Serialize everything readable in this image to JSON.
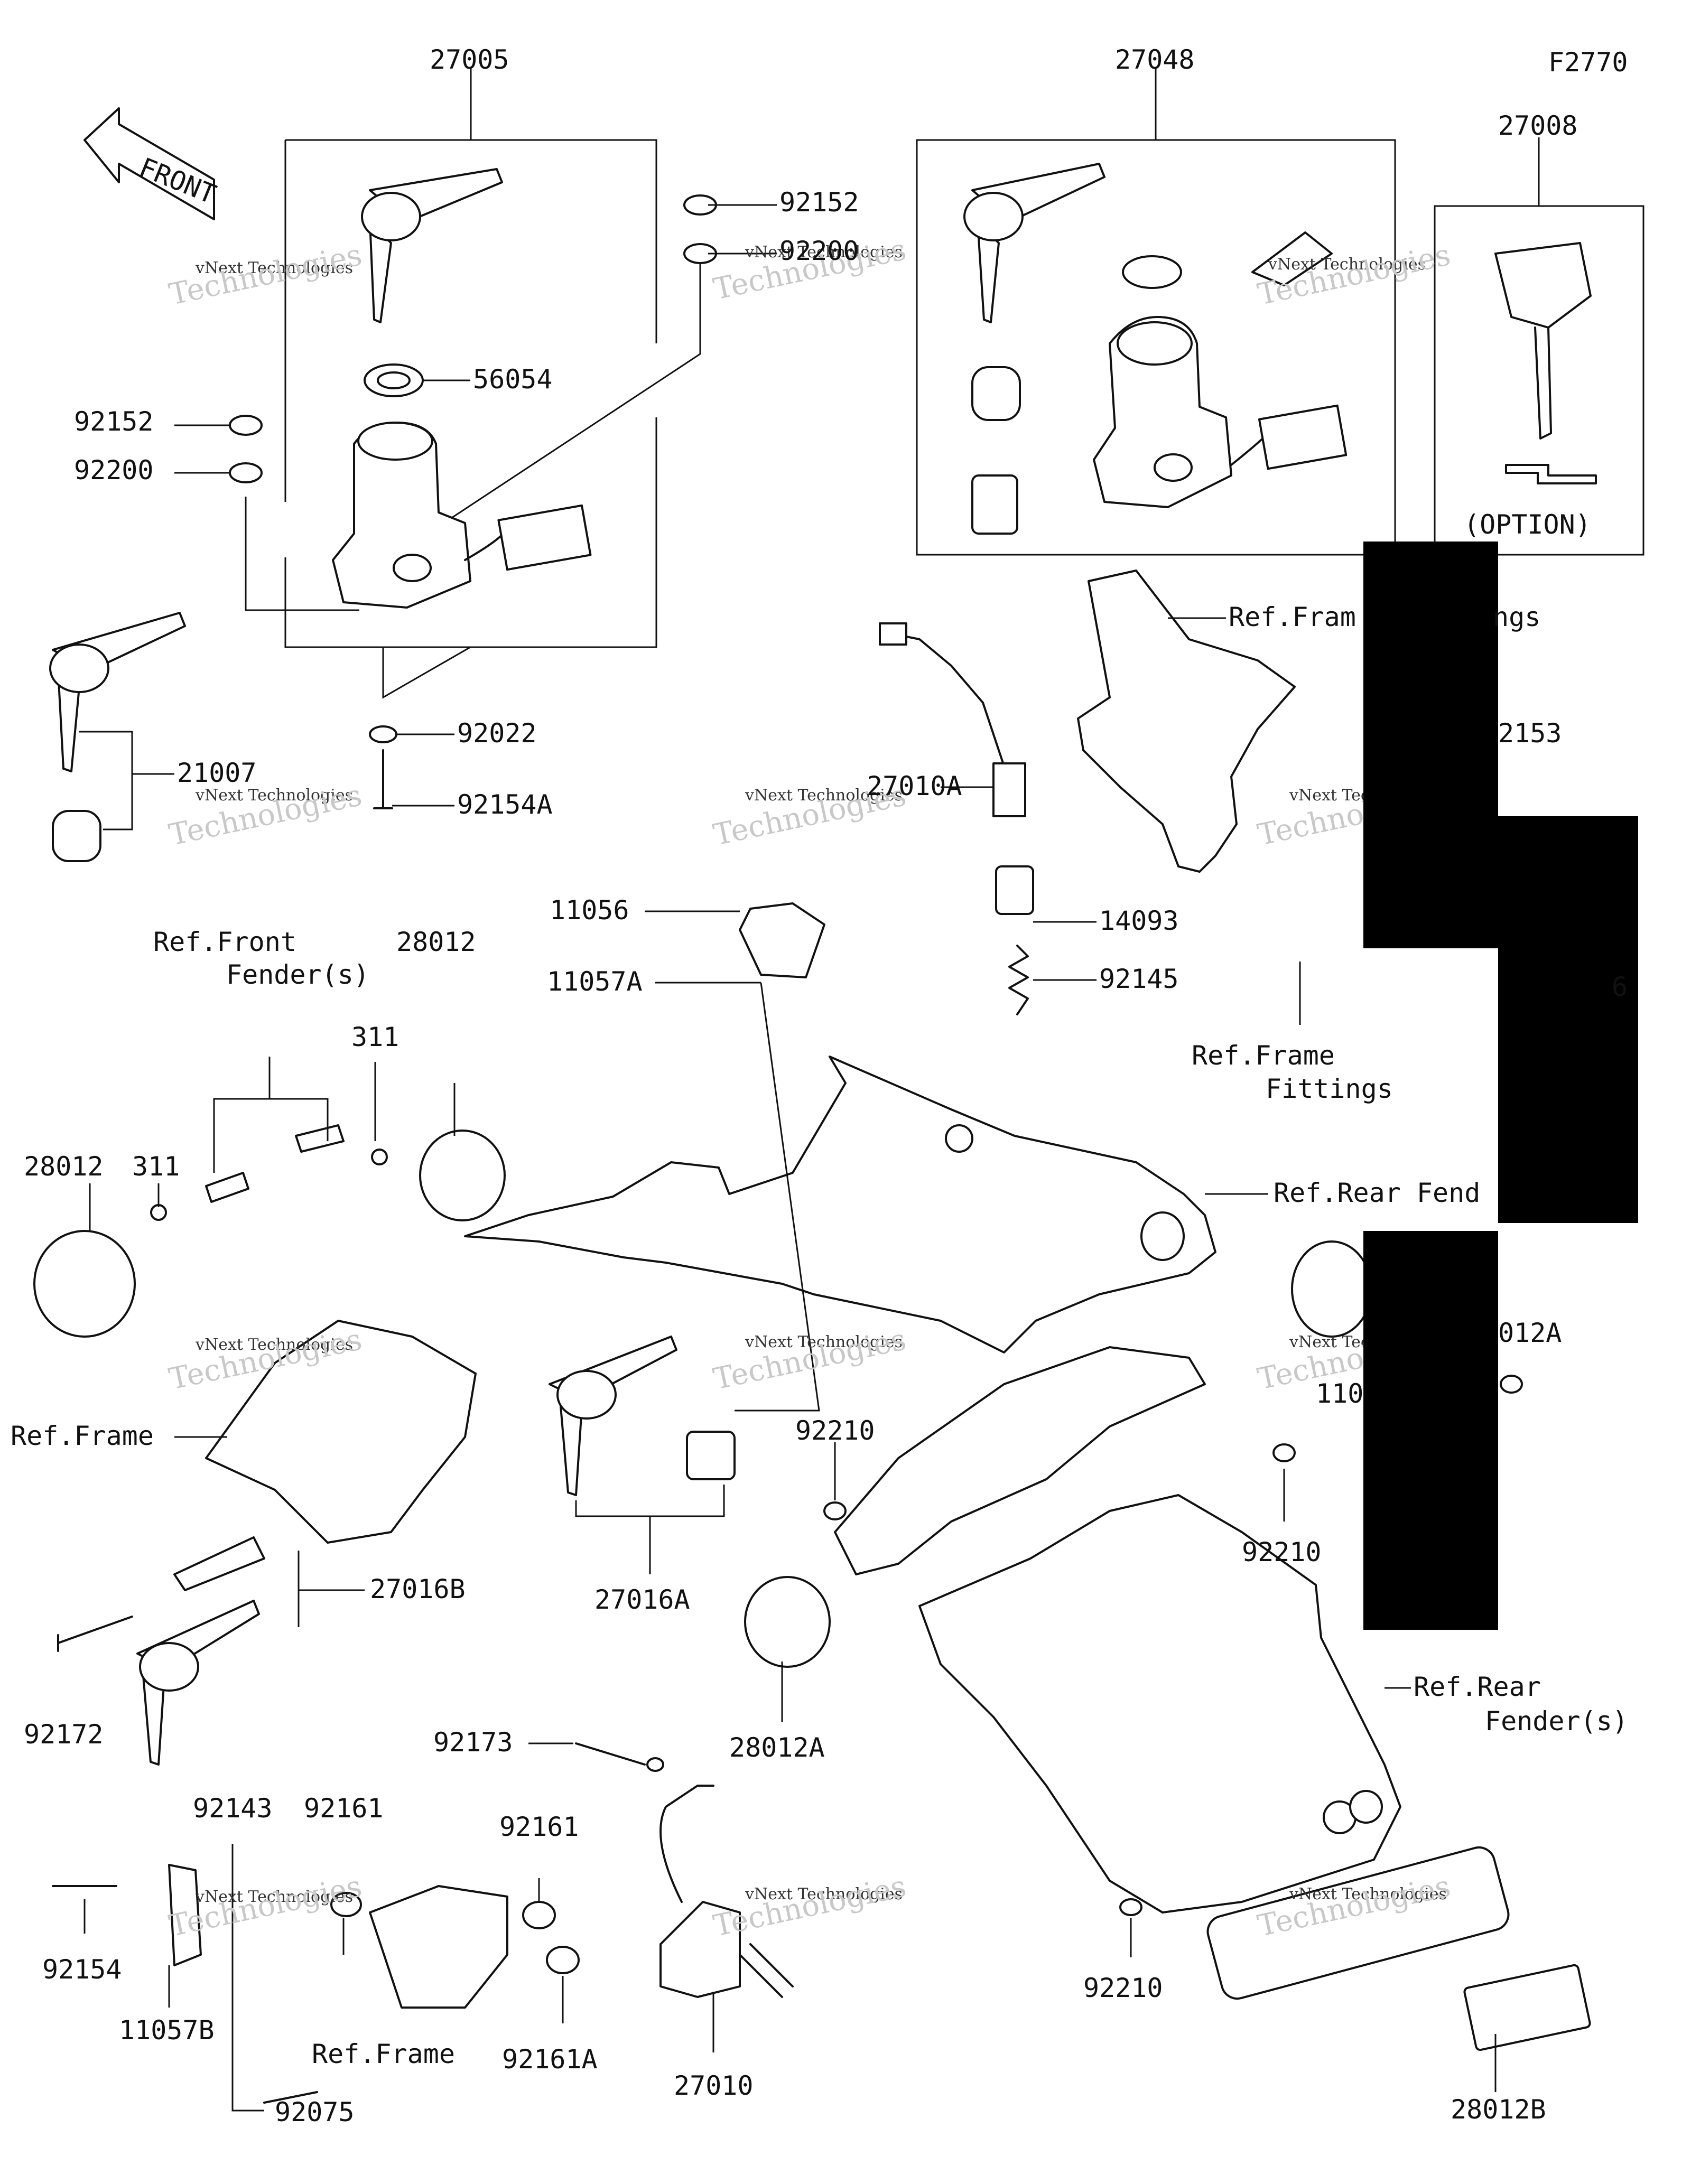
{
  "figure_code": "F2770",
  "front_arrow": "FRONT",
  "option_note": "(OPTION)",
  "labels": {
    "p27005": "27005",
    "p27048": "27048",
    "p27008": "27008",
    "p92152_top": "92152",
    "p92200_top": "92200",
    "p56054": "56054",
    "p92152_left": "92152",
    "p92200_left": "92200",
    "p92022": "92022",
    "p92154A": "92154A",
    "p21007": "21007",
    "ref_frame_fittings_top": "Ref.Fram",
    "ref_frame_fittings_top_b": "ngs",
    "p92153": "2153",
    "p27010A": "27010A",
    "p14093": "14093",
    "p92145": "92145",
    "p11056": "11056",
    "p11057A": "11057A",
    "ref_front_fender_1": "Ref.Front",
    "ref_front_fender_2": "Fender(s)",
    "p28012_a": "28012",
    "p311_a": "311",
    "p28012_b": "28012",
    "p311_b": "311",
    "ref_frame_fittings_mid_1": "Ref.Frame",
    "ref_frame_fittings_mid_2": "Fittings",
    "p_right_6": "6",
    "ref_rear_fender_top": "Ref.Rear Fend",
    "p28012A_right": "012A",
    "p110_right": "110",
    "ref_frame_left": "Ref.Frame",
    "p92210_a": "92210",
    "p92210_b": "92210",
    "p27016B": "27016B",
    "p27016A": "27016A",
    "p92172": "92172",
    "p28012A": "28012A",
    "ref_rear_fender_1": "Ref.Rear",
    "ref_rear_fender_2": "Fender(s)",
    "p92173": "92173",
    "p92143": "92143",
    "p92161_a": "92161",
    "p92161_b": "92161",
    "p92154": "92154",
    "p11057B": "11057B",
    "ref_frame_bottom": "Ref.Frame",
    "p92161A": "92161A",
    "p27010": "27010",
    "p92075": "92075",
    "p92210_c": "92210",
    "p28012B": "28012B"
  },
  "watermark": {
    "line1": "vNext Technologies",
    "line2": "Technologies"
  }
}
